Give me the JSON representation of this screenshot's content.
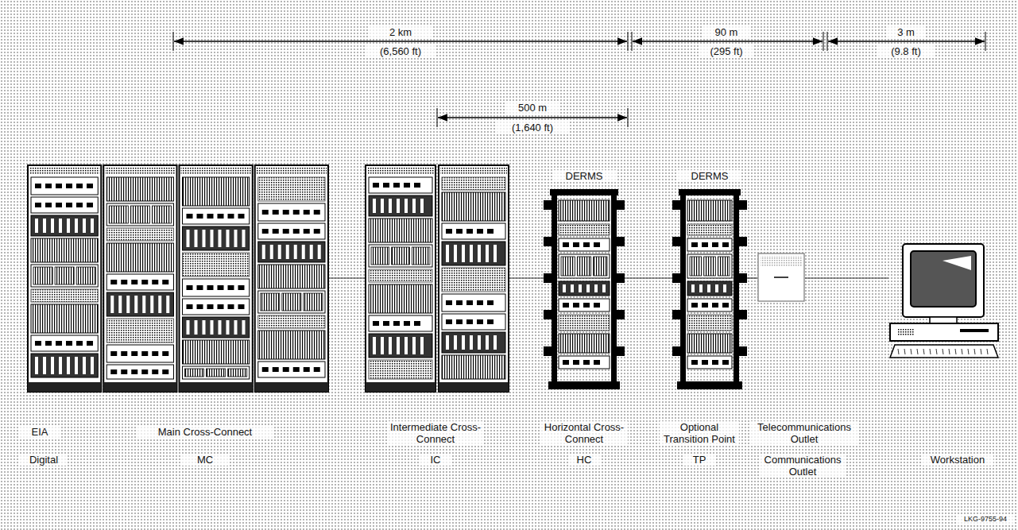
{
  "diagram": {
    "nodes": [
      {
        "text": [
          "Main Cross-Connect",
          "MC"
        ]
      },
      {
        "text": [
          "Intermediate Cross-Connect",
          "IC"
        ]
      },
      {
        "text": [
          "DERMS",
          "Horizontal Cross-Connect",
          "HC"
        ]
      },
      {
        "text": [
          "DERMS",
          "Optional Transition Point",
          "TP"
        ]
      },
      {
        "text": [
          "Telecommunications Outlet",
          "Communications Outlet"
        ]
      },
      {
        "text": [
          "Workstation"
        ]
      }
    ],
    "edges": [
      {
        "from": 0,
        "to": 1,
        "arrow": "none"
      },
      {
        "from": 1,
        "to": 2,
        "arrow": "none"
      },
      {
        "from": 2,
        "to": 3,
        "arrow": "none"
      },
      {
        "from": 3,
        "to": 4,
        "arrow": "none"
      },
      {
        "from": 4,
        "to": 5,
        "arrow": "none"
      }
    ],
    "labels": [
      "2 km",
      "(6,560 ft)",
      "90 m",
      "(295 ft)",
      "3 m",
      "(9.8 ft)",
      "500 m",
      "(1,640 ft)",
      "EIA",
      "Digital",
      "LKG-9755-94"
    ]
  }
}
